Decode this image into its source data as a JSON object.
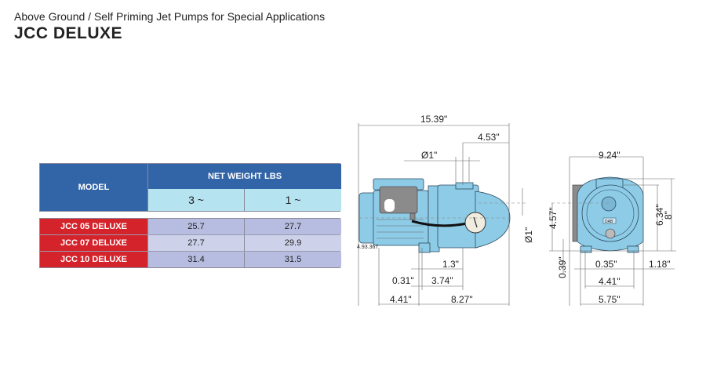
{
  "header": {
    "subtitle": "Above Ground / Self Priming Jet Pumps for Special Applications",
    "title": "JCC DELUXE"
  },
  "table": {
    "model_header": "MODEL",
    "weight_header": "NET WEIGHT LBS",
    "phase_headers": [
      "3 ~",
      "1 ~"
    ],
    "rows": [
      {
        "model": "JCC 05 DELUXE",
        "three_phase": "25.7",
        "single_phase": "27.7"
      },
      {
        "model": "JCC 07 DELUXE",
        "three_phase": "27.7",
        "single_phase": "29.9"
      },
      {
        "model": "JCC 10 DELUXE",
        "three_phase": "31.4",
        "single_phase": "31.5"
      }
    ]
  },
  "drawing": {
    "side": {
      "overall_length": "15.39\"",
      "outlet_offset": "4.53\"",
      "outlet_dia": "Ø1\"",
      "inlet_dia": "Ø1\"",
      "code": "4.93.367",
      "d_1_3": "1.3\"",
      "d_0_31": "0.31\"",
      "d_3_74": "3.74\"",
      "d_4_41": "4.41\"",
      "d_8_27": "8.27\""
    },
    "front": {
      "width": "9.24\"",
      "inlet_height": "4.57\"",
      "height_6_34": "6.34\"",
      "height_8": "8\"",
      "d_0_39": "0.39\"",
      "d_0_35": "0.35\"",
      "d_1_18": "1.18\"",
      "d_4_41": "4.41\"",
      "d_5_75": "5.75\"",
      "badge": "DAB"
    }
  },
  "colors": {
    "header_blue": "#3264a8",
    "light_blue": "#b6e3f0",
    "model_red": "#d5232b",
    "cell_lavender": "#b7bde0",
    "pump_blue": "#8ecbe6"
  }
}
